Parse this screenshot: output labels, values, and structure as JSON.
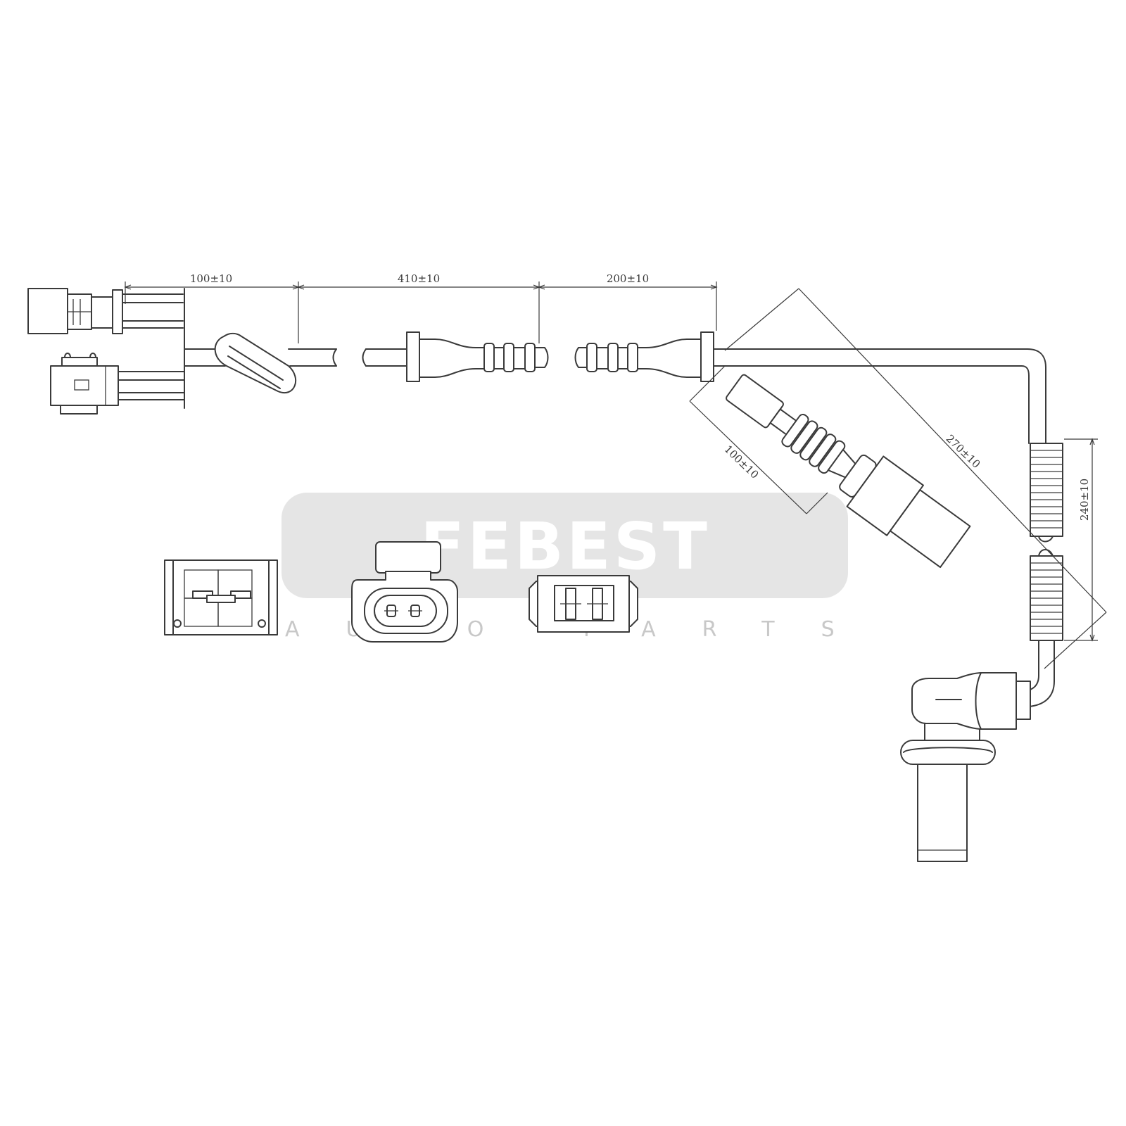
{
  "dimensions": {
    "segment_1": "100±10",
    "segment_2": "410±10",
    "segment_3": "200±10",
    "branch": "100±10",
    "diagonal": "270±10",
    "vertical": "240±10"
  },
  "watermark": {
    "brand": "FEBEST",
    "tagline": "AUTO PARTS"
  }
}
